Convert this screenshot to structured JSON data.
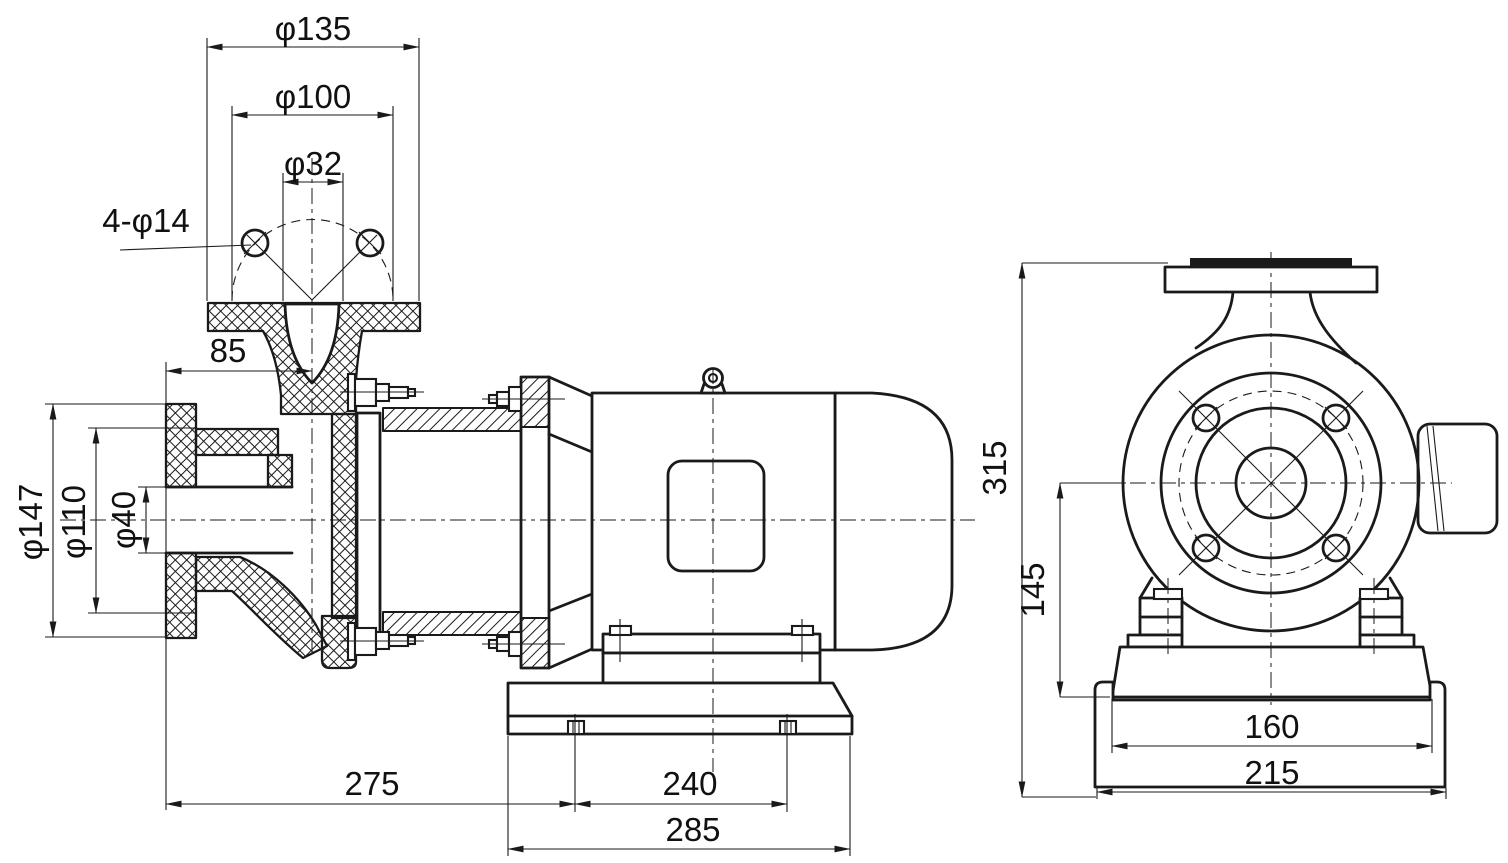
{
  "drawing": {
    "type": "engineering-dimension-drawing",
    "subject": "close-coupled centrifugal pump with motor, sectional side view and end view",
    "colors": {
      "line": "#1a1a1a",
      "background": "#ffffff"
    },
    "views": {
      "side_view": {
        "name": "side-section-view",
        "dims": {
          "d135": "φ135",
          "d100": "φ100",
          "d32": "φ32",
          "holes": "4-φ14",
          "d85": "85",
          "d147": "φ147",
          "d110": "φ110",
          "d40": "φ40",
          "d275": "275",
          "d240": "240",
          "d285": "285"
        }
      },
      "end_view": {
        "name": "end-view",
        "dims": {
          "d315": "315",
          "d145": "145",
          "d160": "160",
          "d215": "215"
        }
      }
    }
  }
}
